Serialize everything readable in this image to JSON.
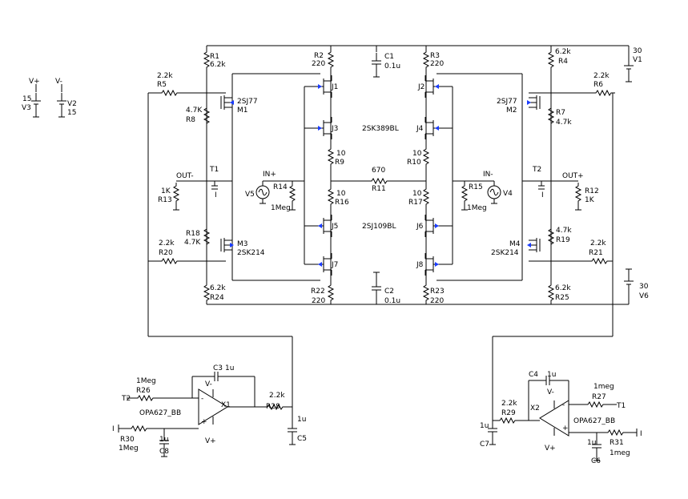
{
  "components": {
    "R1": {
      "ref": "R1",
      "value": "6.2k"
    },
    "R2": {
      "ref": "R2",
      "value": "220"
    },
    "R3": {
      "ref": "R3",
      "value": "220"
    },
    "R4": {
      "ref": "R4",
      "value": "6.2k"
    },
    "R5": {
      "ref": "R5",
      "value": "2.2k"
    },
    "R6": {
      "ref": "R6",
      "value": "2.2k"
    },
    "R7": {
      "ref": "R7",
      "value": "4.7k"
    },
    "R8": {
      "ref": "R8",
      "value": "4.7K"
    },
    "R9": {
      "ref": "R9",
      "value": "10"
    },
    "R10": {
      "ref": "R10",
      "value": "10"
    },
    "R11": {
      "ref": "R11",
      "value": "670"
    },
    "R12": {
      "ref": "R12",
      "value": "1K"
    },
    "R13": {
      "ref": "R13",
      "value": "1K"
    },
    "R14": {
      "ref": "R14",
      "value": "1Meg"
    },
    "R15": {
      "ref": "R15",
      "value": "1Meg"
    },
    "R16": {
      "ref": "R16",
      "value": "10"
    },
    "R17": {
      "ref": "R17",
      "value": "10"
    },
    "R18": {
      "ref": "R18",
      "value": "4.7K"
    },
    "R19": {
      "ref": "R19",
      "value": "4.7k"
    },
    "R20": {
      "ref": "R20",
      "value": "2.2k"
    },
    "R21": {
      "ref": "R21",
      "value": "2.2k"
    },
    "R22": {
      "ref": "R22",
      "value": "220"
    },
    "R23": {
      "ref": "R23",
      "value": "220"
    },
    "R24": {
      "ref": "R24",
      "value": "6.2k"
    },
    "R25": {
      "ref": "R25",
      "value": "6.2k"
    },
    "R26": {
      "ref": "R26",
      "value": "1Meg"
    },
    "R27": {
      "ref": "R27",
      "value": "1meg"
    },
    "R28": {
      "ref": "R28",
      "value": "2.2k"
    },
    "R29": {
      "ref": "R29",
      "value": "2.2k"
    },
    "R30": {
      "ref": "R30",
      "value": "1Meg"
    },
    "R31": {
      "ref": "R31",
      "value": "1meg"
    },
    "C1": {
      "ref": "C1",
      "value": "0.1u"
    },
    "C2": {
      "ref": "C2",
      "value": "0.1u"
    },
    "C3": {
      "ref": "C3",
      "value": "1u"
    },
    "C4": {
      "ref": "C4",
      "value": "1u"
    },
    "C5": {
      "ref": "C5",
      "value": "1u"
    },
    "C6": {
      "ref": "C6",
      "value": "1u"
    },
    "C7": {
      "ref": "C7",
      "value": "1u"
    },
    "C8": {
      "ref": "C8",
      "value": "1u"
    },
    "V1": {
      "ref": "V1",
      "value": "30"
    },
    "V2": {
      "ref": "V2",
      "value": "15"
    },
    "V3": {
      "ref": "V3",
      "value": "15"
    },
    "V4": {
      "ref": "V4"
    },
    "V5": {
      "ref": "V5"
    },
    "V6": {
      "ref": "V6",
      "value": "30"
    },
    "M1": {
      "ref": "M1",
      "part": "2SJ77"
    },
    "M2": {
      "ref": "M2",
      "part": "2SJ77"
    },
    "M3": {
      "ref": "M3",
      "part": "2SK214"
    },
    "M4": {
      "ref": "M4",
      "part": "2SK214"
    },
    "X1": {
      "ref": "X1",
      "part": "OPA627_BB"
    },
    "X2": {
      "ref": "X2",
      "part": "OPA627_BB"
    },
    "J1": {
      "ref": "J1"
    },
    "J2": {
      "ref": "J2"
    },
    "J3": {
      "ref": "J3"
    },
    "J4": {
      "ref": "J4"
    },
    "J5": {
      "ref": "J5"
    },
    "J6": {
      "ref": "J6"
    },
    "J7": {
      "ref": "J7"
    },
    "J8": {
      "ref": "J8"
    },
    "T1": {
      "ref": "T1"
    },
    "T2": {
      "ref": "T2"
    }
  },
  "group_labels": {
    "jfet_top": "2SK389BL",
    "jfet_bottom": "2SJ109BL"
  },
  "net_labels": {
    "out_minus": "OUT-",
    "out_plus": "OUT+",
    "in_plus": "IN+",
    "in_minus": "IN-",
    "vplus": "V+",
    "vminus": "V-",
    "t1": "T1",
    "t2": "T2",
    "probe": "I"
  },
  "colors": {
    "wire": "#000000",
    "arrow": "#1a3cff"
  }
}
